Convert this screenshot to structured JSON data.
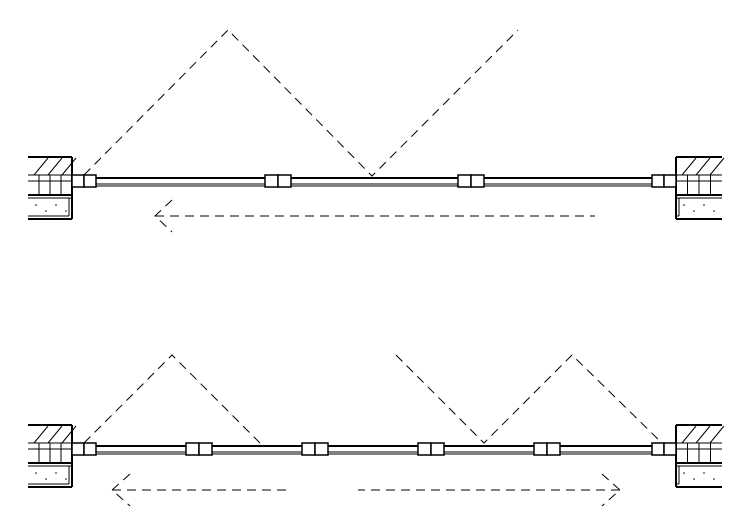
{
  "drawing": {
    "colors": {
      "line": "#000000",
      "background": "#ffffff"
    },
    "plans": [
      {
        "mullions": 2,
        "opening": "sliding-folding",
        "direction": "left"
      },
      {
        "mullions": 4,
        "opening": "sliding-folding",
        "direction": "both"
      }
    ]
  }
}
